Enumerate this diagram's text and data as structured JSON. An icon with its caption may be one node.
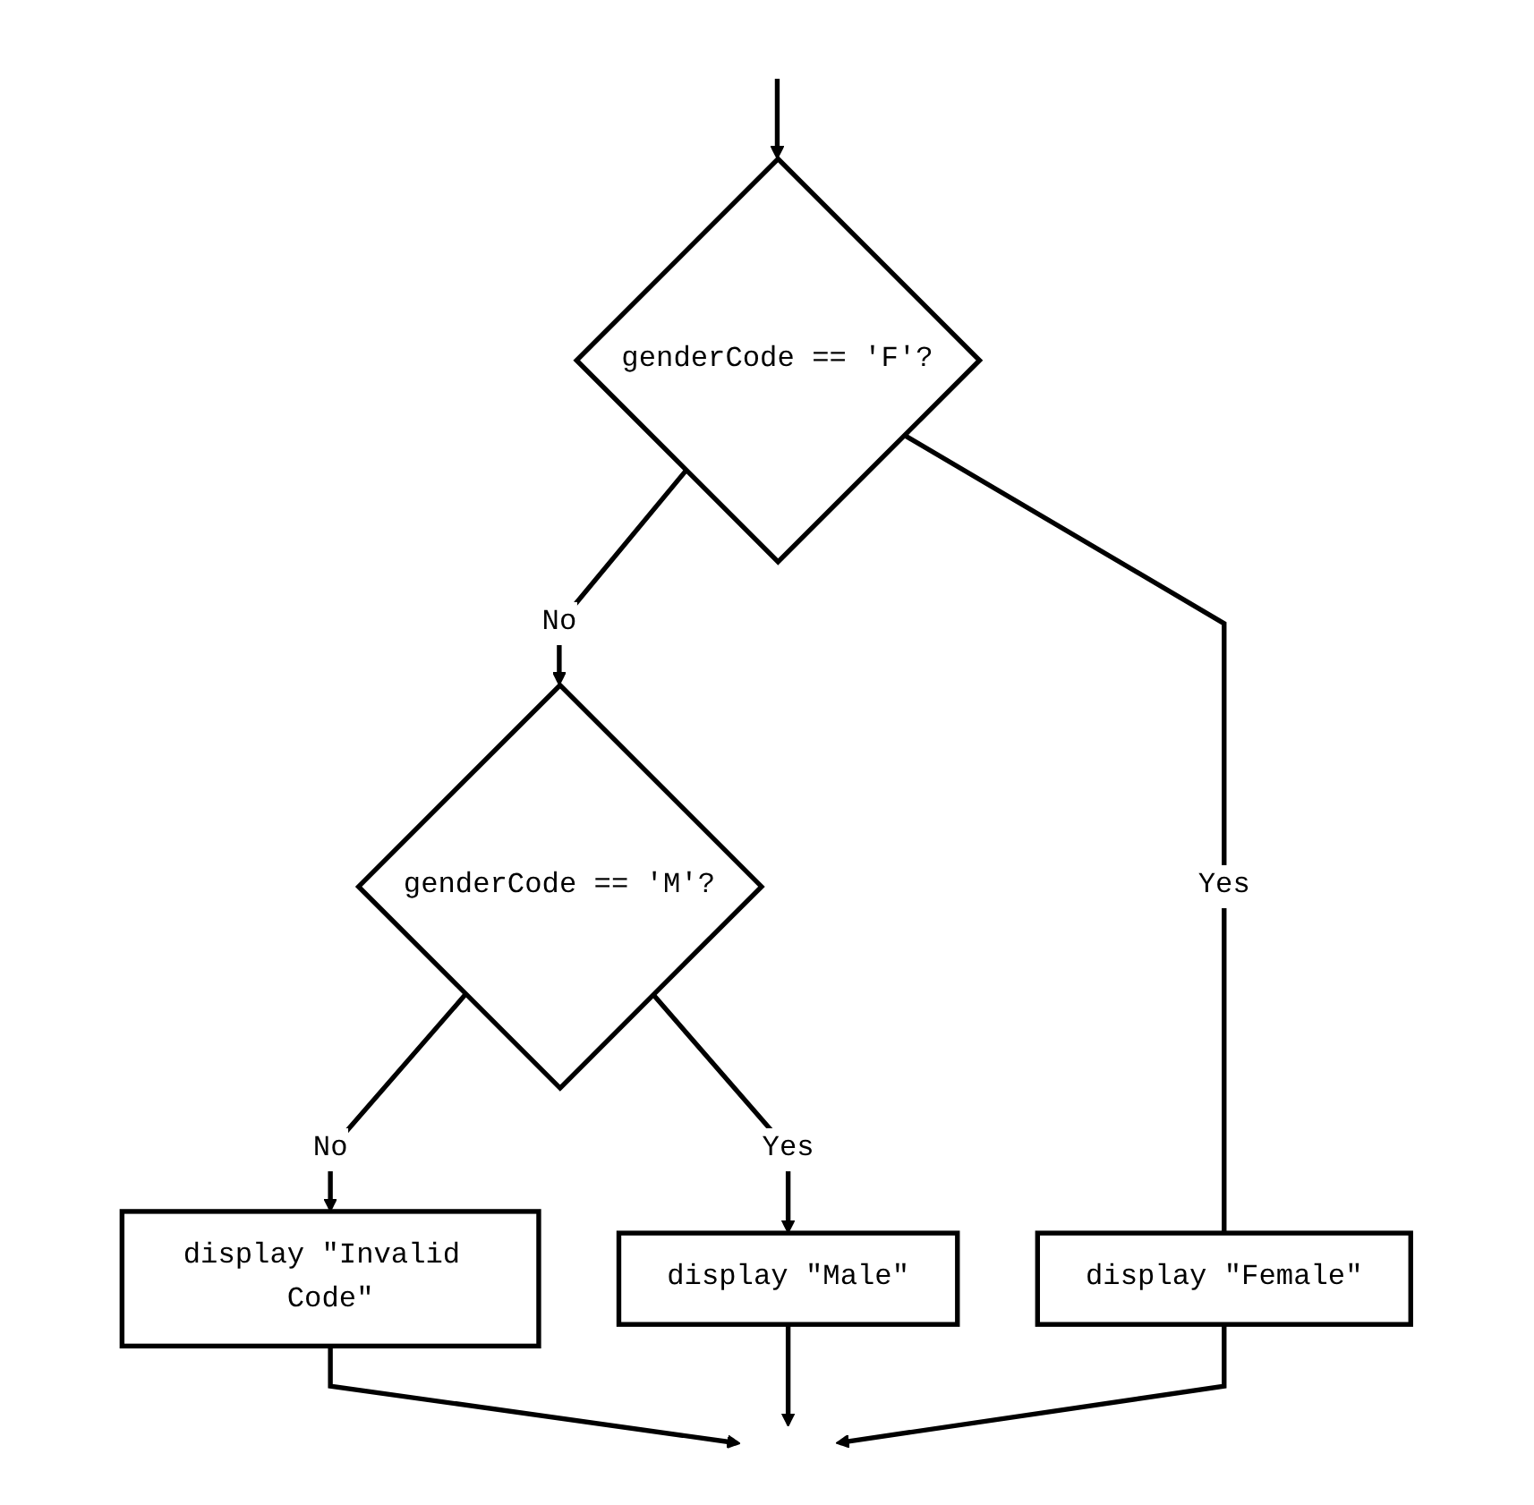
{
  "diagram": {
    "nodes": [
      {
        "text": [
          "genderCode == 'F'?"
        ]
      },
      {
        "text": [
          "genderCode == 'M'?"
        ]
      },
      {
        "text": [
          "display \"Female\""
        ]
      },
      {
        "text": [
          "display \"Invalid Code\""
        ]
      },
      {
        "text": [
          "display \"Male\""
        ]
      }
    ],
    "edges": [
      {
        "from": null,
        "to": 0,
        "arrow": "to"
      },
      {
        "from": 0,
        "to": 1,
        "arrow": "to",
        "label": "No"
      },
      {
        "from": 0,
        "to": 2,
        "arrow": "none",
        "label": "Yes"
      },
      {
        "from": 1,
        "to": 3,
        "arrow": "to",
        "label": "No"
      },
      {
        "from": 1,
        "to": 4,
        "arrow": "to",
        "label": "Yes"
      },
      {
        "from": 3,
        "to": null,
        "arrow": "to"
      },
      {
        "from": 4,
        "to": null,
        "arrow": "to"
      },
      {
        "from": 2,
        "to": null,
        "arrow": "to"
      }
    ]
  }
}
